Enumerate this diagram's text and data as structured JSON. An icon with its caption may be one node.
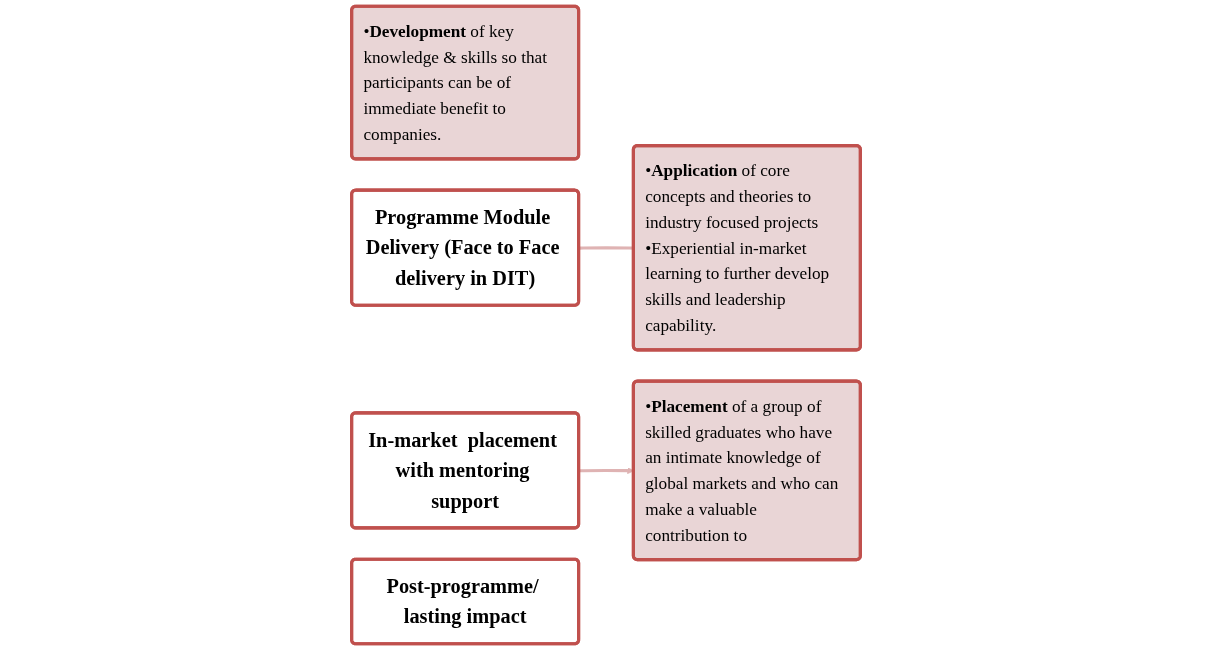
{
  "diagram": {
    "nodes": [
      {
        "text": [
          "•**Development** of key knowledge & skills so that participants can be of immediate benefit to companies."
        ]
      },
      {
        "text": [
          "Programme Module Delivery (Face to Face delivery in DIT)"
        ]
      },
      {
        "text": [
          "In-market  placement with mentoring support"
        ]
      },
      {
        "text": [
          "•**Application** of core concepts and theories to industry focused projects",
          "•Experiential in-market learning to further develop skills and leadership capability."
        ]
      },
      {
        "text": [
          "•**Placement** of a group of skilled graduates who have an intimate knowledge of global markets and who can make a valuable contribution to"
        ]
      },
      {
        "text": [
          "Post-programme/ lasting impact"
        ]
      }
    ],
    "edges": [
      {
        "from": 1,
        "to": 3,
        "arrow": "none"
      },
      {
        "from": 2,
        "to": 4,
        "arrow": "to"
      }
    ]
  }
}
